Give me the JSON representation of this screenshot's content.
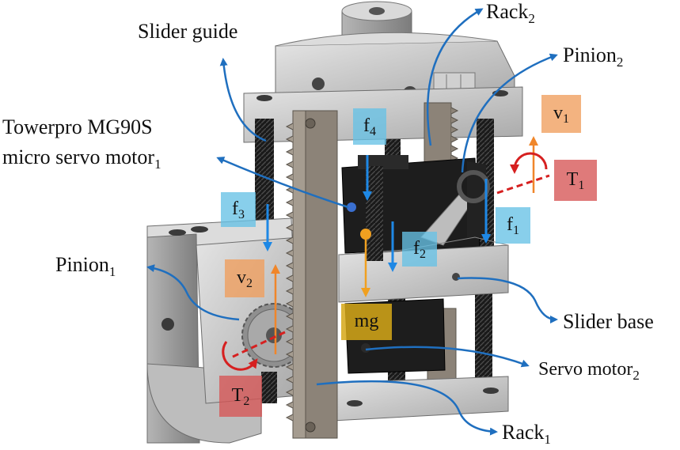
{
  "labels": {
    "slider_guide": "Slider guide",
    "motor1_line1": "Towerpro MG90S",
    "motor1_line2": "micro servo motor",
    "motor1_sub": "1",
    "pinion1": "Pinion",
    "pinion1_sub": "1",
    "rack2": "Rack",
    "rack2_sub": "2",
    "pinion2": "Pinion",
    "pinion2_sub": "2",
    "slider_base": "Slider base",
    "servo2": "Servo motor",
    "servo2_sub": "2",
    "rack1": "Rack",
    "rack1_sub": "1"
  },
  "symbols": {
    "f1": "f",
    "f1_sub": "1",
    "f2": "f",
    "f2_sub": "2",
    "f3": "f",
    "f3_sub": "3",
    "f4": "f",
    "f4_sub": "4",
    "v1": "v",
    "v1_sub": "1",
    "v2": "v",
    "v2_sub": "2",
    "T1": "T",
    "T1_sub": "1",
    "T2": "T",
    "T2_sub": "2",
    "mg": "mg"
  },
  "colors": {
    "callout_arrow": "#1f6fbf",
    "force_arrow": "#1e88e5",
    "velocity_arrow": "#f0862a",
    "torque": "#d62020",
    "gravity_arrow": "#f0a020",
    "rack_metal": "#8c8378",
    "body_gray": "#c9c9c9",
    "servo_black": "#1d1d1d"
  }
}
